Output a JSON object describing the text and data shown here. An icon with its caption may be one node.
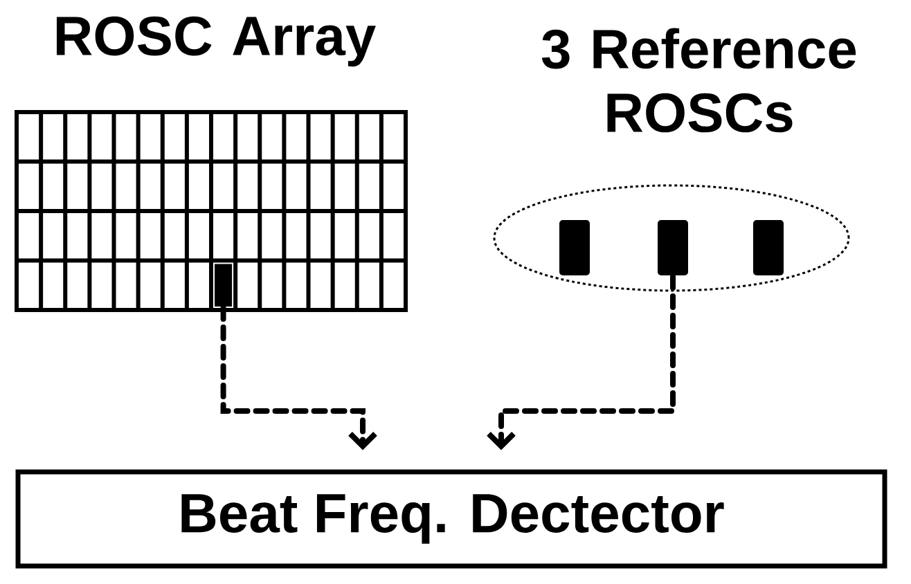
{
  "diagram": {
    "nodes": [
      {
        "text": [
          "ROSC Array"
        ]
      },
      {
        "text": [],
        "shape": "bar",
        "in": 0
      },
      {
        "text": [
          "3 Reference ROSCs"
        ]
      },
      {
        "text": [],
        "shape": "bar",
        "in": 2
      },
      {
        "text": [],
        "shape": "bar",
        "in": 2
      },
      {
        "text": [],
        "shape": "bar",
        "in": 2
      },
      {
        "text": [
          "Beat Freq. Dectector"
        ]
      }
    ],
    "edges": [
      {
        "from": 1,
        "to": 6,
        "arrow": "to",
        "style": "dashed"
      },
      {
        "from": 4,
        "to": 6,
        "arrow": "to",
        "style": "dashed"
      }
    ]
  }
}
